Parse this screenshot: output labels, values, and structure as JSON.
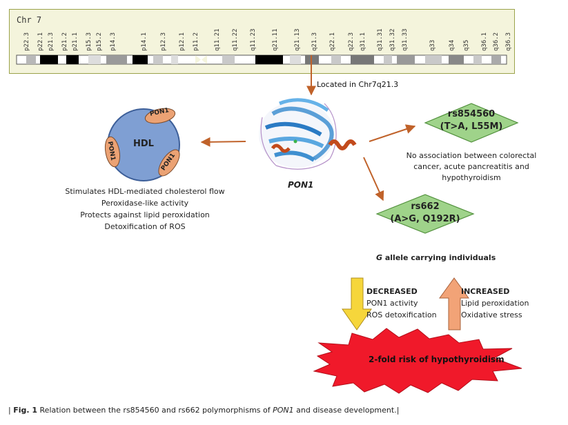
{
  "chromosome": {
    "title": "Chr 7",
    "bands": [
      "p22.3",
      "p22.1",
      "p21.3",
      "p21.2",
      "p21.1",
      "p15.3",
      "p15.2",
      "p14.3",
      "p14.1",
      "p12.3",
      "p12.1",
      "p11.2",
      "q11.21",
      "q11.22",
      "q11.23",
      "q21.11",
      "q21.13",
      "q21.3",
      "q22.1",
      "q22.3",
      "q31.1",
      "q31.31",
      "q31.32",
      "q31.33",
      "q33",
      "q34",
      "q35",
      "q36.1",
      "q36.2",
      "q36.3"
    ]
  },
  "location_text": "Located in Chr7q21.3",
  "protein_label": "PON1",
  "hdl": {
    "label": "HDL",
    "pon_labels": [
      "PON1",
      "PON1",
      "PON1"
    ]
  },
  "hdl_functions": [
    "Stimulates HDL-mediated cholesterol flow",
    "Peroxidase-like activity",
    "Protects against lipid peroxidation",
    "Detoxification of ROS"
  ],
  "snp1": {
    "id": "rs854560",
    "change": "(T>A, L55M)",
    "note_lines": [
      "No association between colorectal",
      "cancer, acute pancreatitis and",
      "hypothyroidism"
    ]
  },
  "snp2": {
    "id": "rs662",
    "change": "(A>G, Q192R)",
    "allele_italic": "G",
    "allele_rest": " allele carrying individuals"
  },
  "decreased": {
    "heading": "DECREASED",
    "items": [
      "PON1 activity",
      "ROS detoxification"
    ]
  },
  "increased": {
    "heading": "INCREASED",
    "items": [
      "Lipid peroxidation",
      "Oxidative stress"
    ]
  },
  "risk_label": "2-fold risk of hypothyroidism",
  "caption": {
    "prefix": "| ",
    "fig": "Fig. 1",
    "text_a": " Relation between the rs854560 and rs662 polymorphisms of ",
    "gene_italic": "PON1",
    "text_b": " and disease development.|"
  },
  "colors": {
    "arrow": "#c0622a",
    "diamond_fill": "#9fd38a",
    "diamond_stroke": "#4f8f3a",
    "hdl_fill": "#7f9fd3",
    "pon_fill": "#eba274",
    "starburst": "#f0192a",
    "down_arrow": "#f6d63b",
    "up_arrow": "#f2a377"
  }
}
